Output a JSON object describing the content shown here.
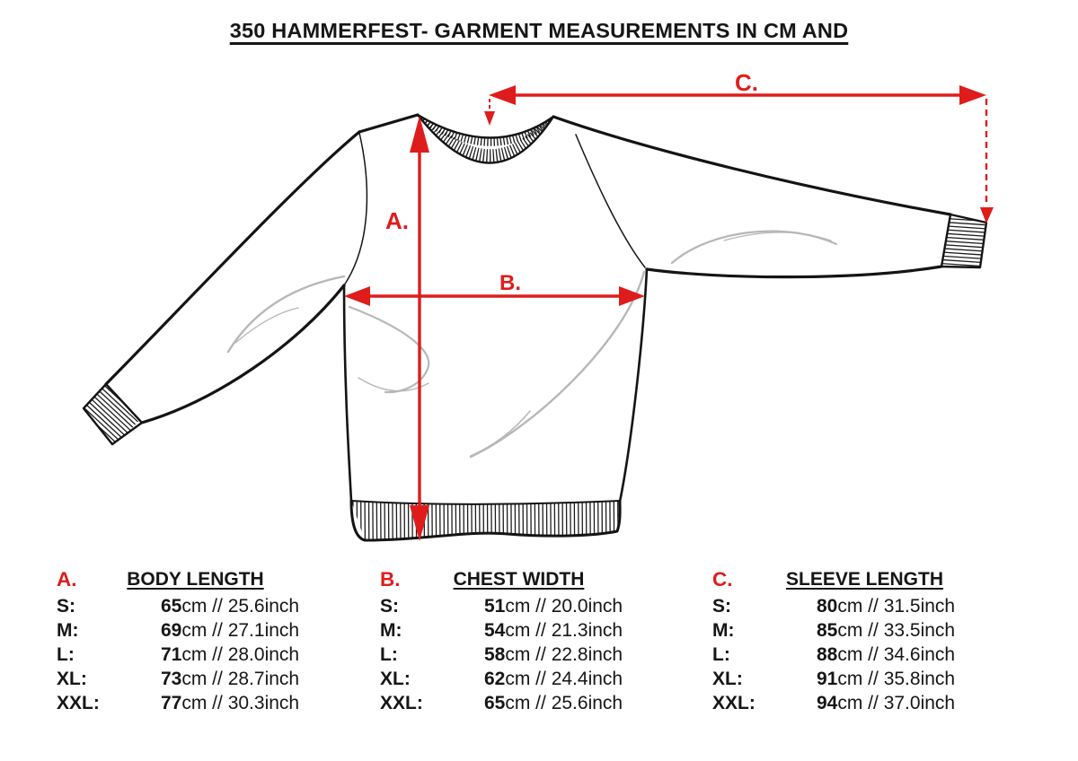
{
  "title": "350 HAMMERFEST- GARMENT MEASUREMENTS IN CM AND",
  "diagram": {
    "arrow_a_label": "A.",
    "arrow_b_label": "B.",
    "arrow_c_label": "C."
  },
  "colors": {
    "accent_red": "#df1c1c",
    "line_black": "#141414",
    "crease_gray": "#b7b7b7"
  },
  "measurements": [
    {
      "letter": "A.",
      "header": "BODY LENGTH",
      "rows": [
        {
          "size": "S:",
          "value_cm": "65",
          "value_rest": "cm // 25.6inch"
        },
        {
          "size": "M:",
          "value_cm": "69",
          "value_rest": "cm // 27.1inch"
        },
        {
          "size": "L:",
          "value_cm": "71",
          "value_rest": "cm // 28.0inch"
        },
        {
          "size": "XL:",
          "value_cm": "73",
          "value_rest": "cm // 28.7inch"
        },
        {
          "size": "XXL:",
          "value_cm": "77",
          "value_rest": "cm // 30.3inch"
        }
      ]
    },
    {
      "letter": "B.",
      "header": "CHEST WIDTH",
      "rows": [
        {
          "size": "S:",
          "value_cm": "51",
          "value_rest": "cm // 20.0inch"
        },
        {
          "size": "M:",
          "value_cm": "54",
          "value_rest": "cm // 21.3inch"
        },
        {
          "size": "L:",
          "value_cm": "58",
          "value_rest": "cm // 22.8inch"
        },
        {
          "size": "XL:",
          "value_cm": "62",
          "value_rest": "cm // 24.4inch"
        },
        {
          "size": "XXL:",
          "value_cm": "65",
          "value_rest": "cm // 25.6inch"
        }
      ]
    },
    {
      "letter": "C.",
      "header": "SLEEVE LENGTH",
      "rows": [
        {
          "size": "S:",
          "value_cm": "80",
          "value_rest": "cm // 31.5inch"
        },
        {
          "size": "M:",
          "value_cm": "85",
          "value_rest": "cm // 33.5inch"
        },
        {
          "size": "L:",
          "value_cm": "88",
          "value_rest": "cm // 34.6inch"
        },
        {
          "size": "XL:",
          "value_cm": "91",
          "value_rest": "cm // 35.8inch"
        },
        {
          "size": "XXL:",
          "value_cm": "94",
          "value_rest": "cm // 37.0inch"
        }
      ]
    }
  ]
}
